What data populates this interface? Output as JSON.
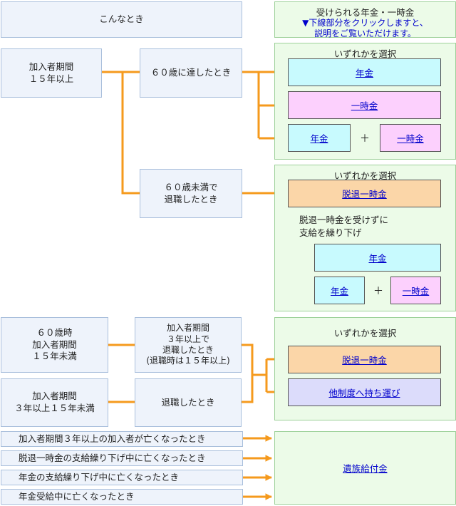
{
  "header": {
    "left": "こんなとき",
    "right_title": "受けられる年金・一時金",
    "right_note_line1": "▼下線部分をクリックしますと、",
    "right_note_line2": "説明をご覧いただけます。"
  },
  "section1": {
    "condition_line1": "加入者期間",
    "condition_line2": "１５年以上",
    "case_a": "６０歳に達したとき",
    "case_b_line1": "６０歳未満で",
    "case_b_line2": "退職したとき",
    "panel_a": {
      "title": "いずれかを選択",
      "opt1": "年金",
      "opt2": "一時金",
      "opt3a": "年金",
      "plus": "＋",
      "opt3b": "一時金"
    },
    "panel_b": {
      "title": "いずれかを選択",
      "opt1": "脱退一時金",
      "note_line1": "脱退一時金を受けずに",
      "note_line2": "支給を繰り下げ",
      "opt2": "年金",
      "opt3a": "年金",
      "plus": "＋",
      "opt3b": "一時金"
    }
  },
  "section2": {
    "cond_a_line1": "６０歳時",
    "cond_a_line2": "加入者期間",
    "cond_a_line3": "１５年未満",
    "cond_b_line1": "加入者期間",
    "cond_b_line2": "３年以上１５年未満",
    "case_a_line1": "加入者期間",
    "case_a_line2": "３年以上で",
    "case_a_line3": "退職したとき",
    "case_a_line4": "(退職時は１５年以上)",
    "case_b": "退職したとき",
    "panel": {
      "title": "いずれかを選択",
      "opt1": "脱退一時金",
      "opt2": "他制度へ持ち運び"
    }
  },
  "section3": {
    "rows": [
      "加入者期間３年以上の加入者が亡くなったとき",
      "脱退一時金の支給繰り下げ中に亡くなったとき",
      "年金の支給繰り下げ中に亡くなったとき",
      "年金受給中に亡くなったとき"
    ],
    "result": "遺族給付金"
  },
  "colors": {
    "connector": "#f59a1d",
    "panel_bg": "#ecfbe8",
    "condition_bg": "#eef3fb"
  }
}
